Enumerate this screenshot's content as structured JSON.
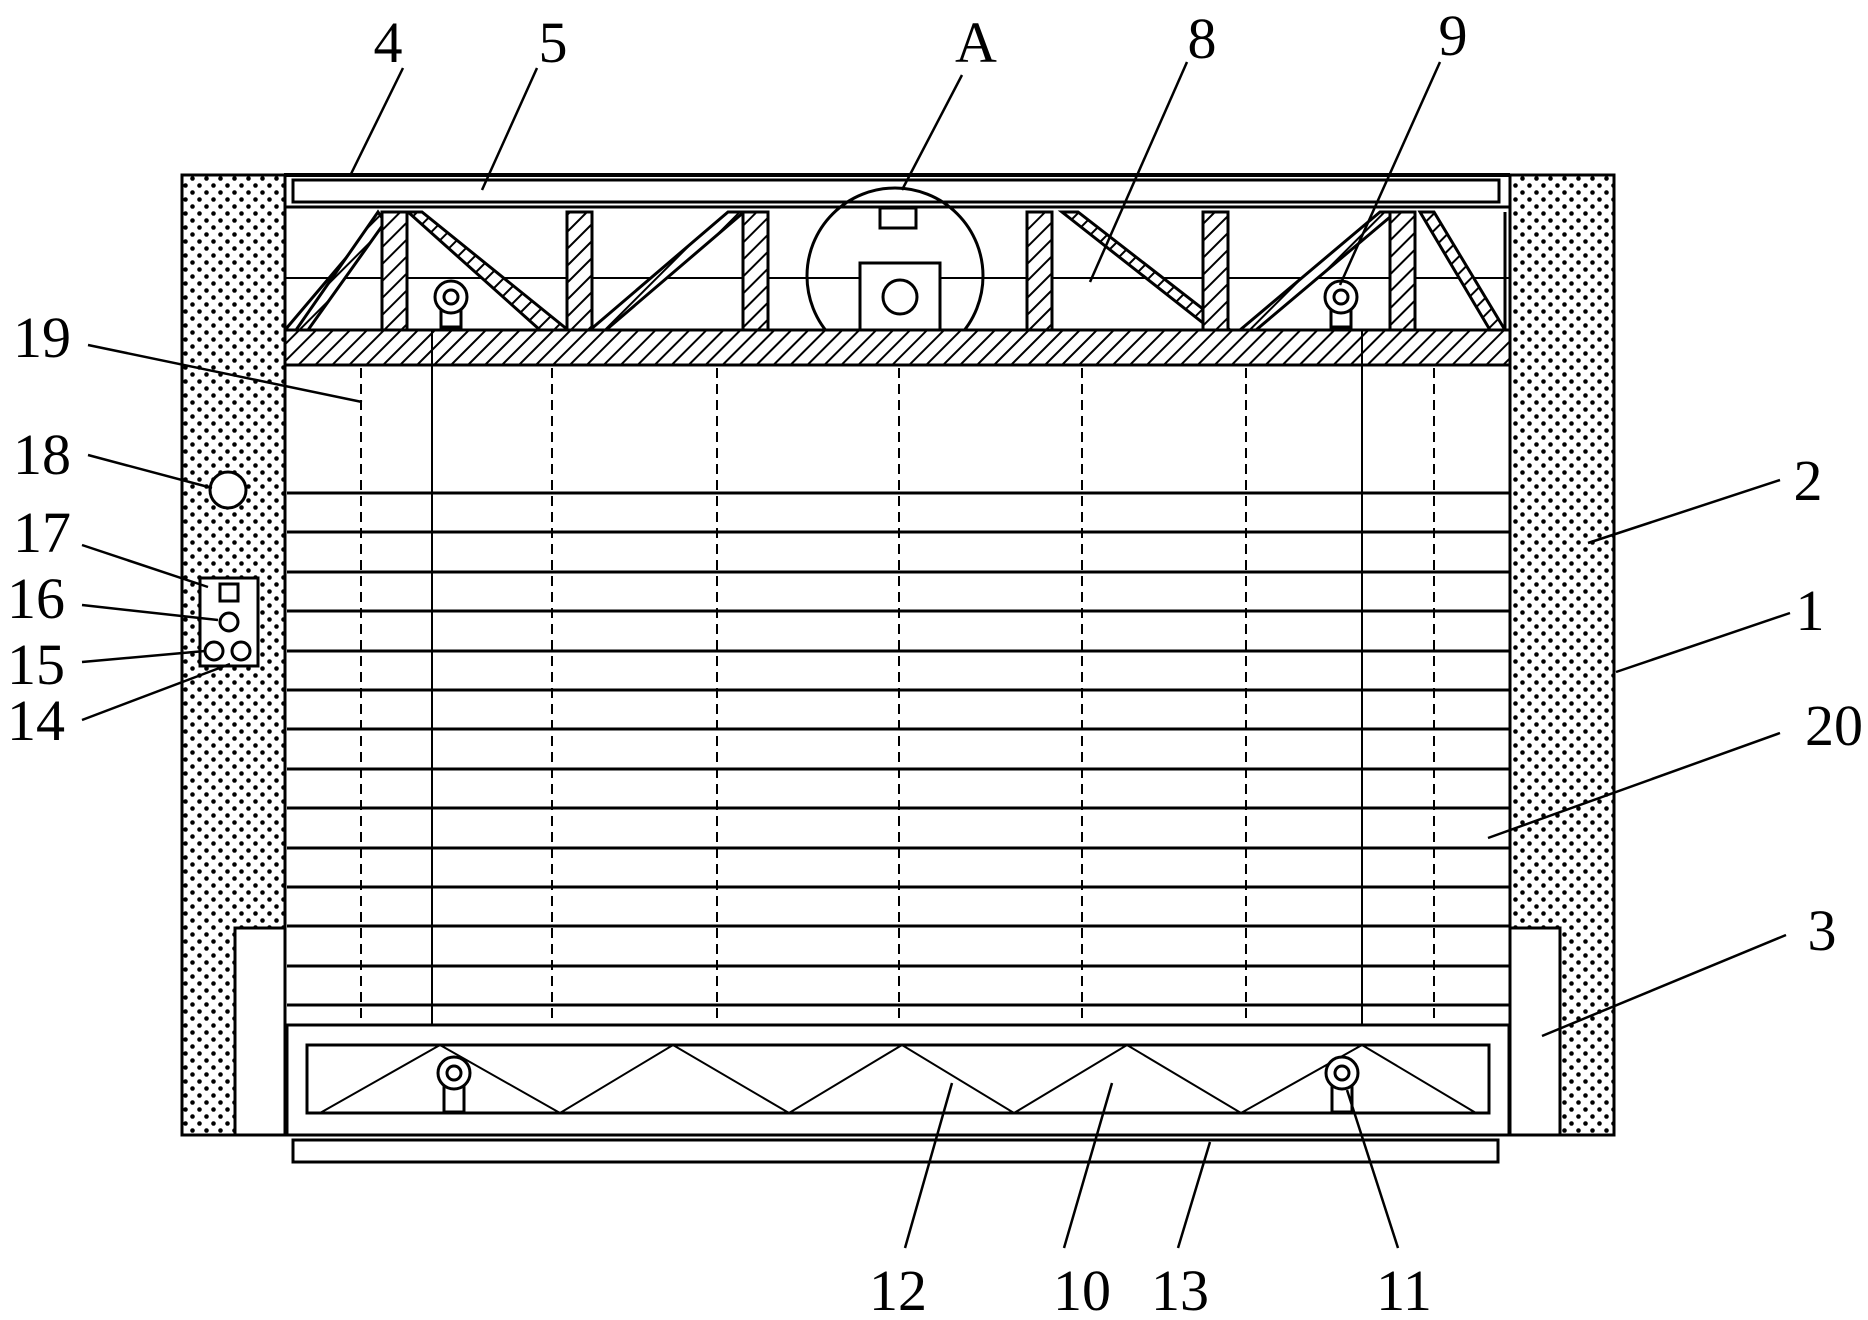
{
  "labels": {
    "l1": "1",
    "l2": "2",
    "l3": "3",
    "l4": "4",
    "l5": "5",
    "lA": "A",
    "l8": "8",
    "l9": "9",
    "l10": "10",
    "l11": "11",
    "l12": "12",
    "l13": "13",
    "l14": "14",
    "l15": "15",
    "l16": "16",
    "l17": "17",
    "l18": "18",
    "l19": "19",
    "l20": "20"
  }
}
